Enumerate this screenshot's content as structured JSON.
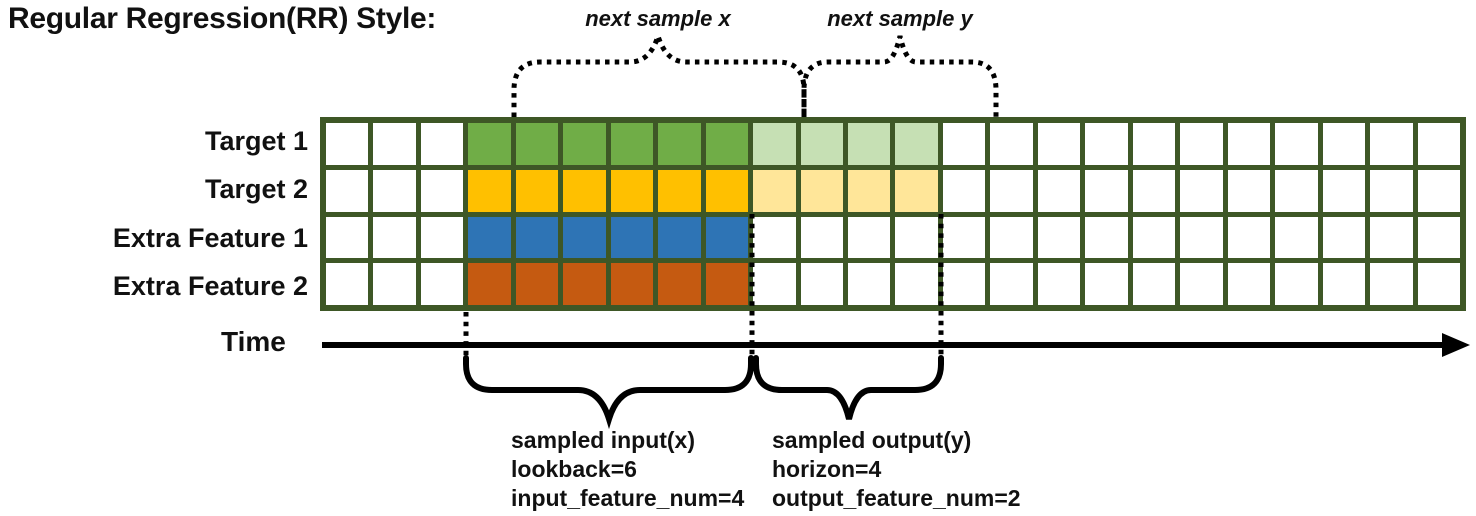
{
  "title": "Regular Regression(RR) Style:",
  "time_label": "Time",
  "annotations": {
    "next_sample_x": "next sample x",
    "next_sample_y": "next sample y",
    "input_lines": [
      "sampled input(x)",
      "lookback=6",
      "input_feature_num=4"
    ],
    "output_lines": [
      "sampled output(y)",
      "horizon=4",
      "output_feature_num=2"
    ]
  },
  "grid": {
    "columns": 24,
    "feature_rows": 4,
    "input_start_col": 3,
    "lookback": 6,
    "horizon": 4
  },
  "rows": [
    {
      "label": "Target 1",
      "input_color": "#70ad47",
      "output_color": "#c6e0b4"
    },
    {
      "label": "Target 2",
      "input_color": "#ffc000",
      "output_color": "#ffe699"
    },
    {
      "label": "Extra Feature 1",
      "input_color": "#2e74b5",
      "output_color": null
    },
    {
      "label": "Extra Feature 2",
      "input_color": "#c55a11",
      "output_color": null
    }
  ],
  "colors": {
    "background": "#ffffff",
    "text": "#111111",
    "grid_line": "#3e5726",
    "empty_cell": "#ffffff",
    "annotation_stroke": "#000000"
  }
}
